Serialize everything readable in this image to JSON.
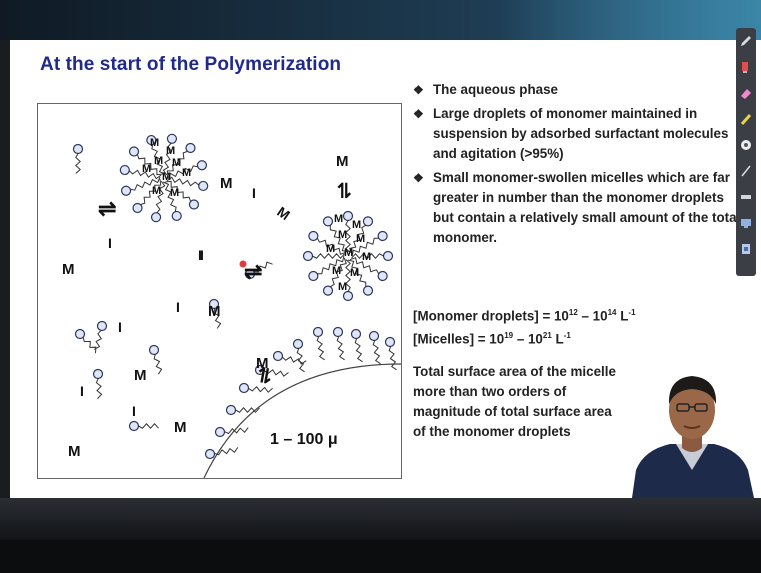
{
  "slide": {
    "title": "At the start of the Polymerization",
    "bullets": [
      "The aqueous phase",
      "Large droplets of monomer maintained in suspension by adsorbed surfactant molecules and agitation (>95%)",
      "Small monomer-swollen micelles which are far greater in number than the monomer droplets but contain a relatively small amount of the total monomer."
    ],
    "bullet_symbol": "❖",
    "equations": {
      "droplets_prefix": "[Monomer droplets] = 10",
      "droplets_exp1": "12",
      "droplets_mid": " – 10",
      "droplets_exp2": "14",
      "droplets_unit": " L",
      "droplets_unit_exp": "-1",
      "micelles_prefix": "[Micelles] = 10",
      "micelles_exp1": "19",
      "micelles_mid": " – 10",
      "micelles_exp2": "21",
      "micelles_unit": " L",
      "micelles_unit_exp": "-1"
    },
    "summary": "Total surface area of the micelle more than two orders of magnitude of total surface area of the monomer droplets"
  },
  "diagram": {
    "monomer_label": "M",
    "initiator_label": "I",
    "equilibrium_symbol": "⇌",
    "size_label": "1 – 100 μ"
  },
  "toolbar": {
    "tools": [
      "pen-icon",
      "highlighter-icon",
      "eraser-icon",
      "marker-icon",
      "pointer-icon",
      "line-icon",
      "shape-icon",
      "screen-icon",
      "slide-icon"
    ]
  },
  "colors": {
    "title": "#1f2a8a",
    "surfactant_head": "#dfe6f5",
    "surfactant_stroke": "#2b3560"
  }
}
